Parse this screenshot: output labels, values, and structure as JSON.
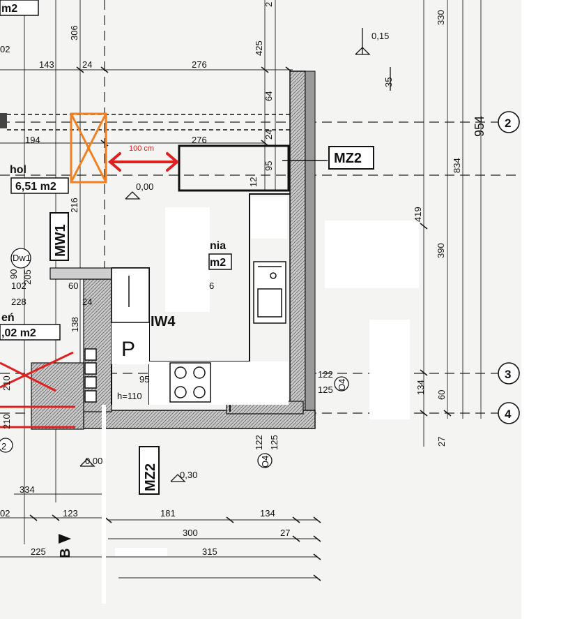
{
  "dimensions": {
    "d2": "2",
    "d02a": "02",
    "d143": "143",
    "d24a": "24",
    "d276a": "276",
    "d306": "306",
    "d425": "425",
    "d015": "0,15",
    "d35": "35",
    "d330": "330",
    "d64": "64",
    "d194": "194",
    "d276b": "276",
    "d24b": "24",
    "d95a": "95",
    "d12": "12",
    "d000a": "0,00",
    "d216": "216",
    "d419": "419",
    "d390": "390",
    "d834": "834",
    "d954": "954",
    "d90": "90",
    "d205": "205",
    "d102a": "102",
    "d60a": "60",
    "d6": "6",
    "d228": "228",
    "d24c": "24",
    "d138": "138",
    "d95b": "95",
    "d110": "h=110",
    "d122a": "122",
    "d125a": "125",
    "d134a": "134",
    "d60b": "60",
    "d27a": "27",
    "d210a": "210",
    "d210b": "210",
    "d000b": "0,00",
    "d030": "0,30",
    "d122b": "122",
    "d125b": "125",
    "d334": "334",
    "d02b": "02",
    "d123": "123",
    "d181": "181",
    "d134b": "134",
    "d300": "300",
    "d27b": "27",
    "d225": "225",
    "d315": "315"
  },
  "labels": {
    "m2_top": "m2",
    "hol": "hol",
    "hol_area": "6,51 m2",
    "kitchen_partial": "nia",
    "kitchen_area_partial": "m2",
    "room_partial": "eń",
    "room_area": ",02 m2",
    "mw1": "MW1",
    "mw4": "IW4",
    "mz2_right": "MZ2",
    "mz2_bottom": "MZ2",
    "p_label": "P",
    "dw1": "Dw1",
    "o4a": "O4",
    "o4b": "O4",
    "b_axis": "B",
    "z_partial": "2",
    "distance_note": "100 cm"
  },
  "axes": {
    "a2": "2",
    "a3": "3",
    "a4": "4"
  },
  "colors": {
    "ink": "#111111",
    "wall_fill": "#bcbcbc",
    "highlight_red": "#e02020",
    "highlight_orange": "#f08020",
    "paper": "#f4f4f2"
  }
}
